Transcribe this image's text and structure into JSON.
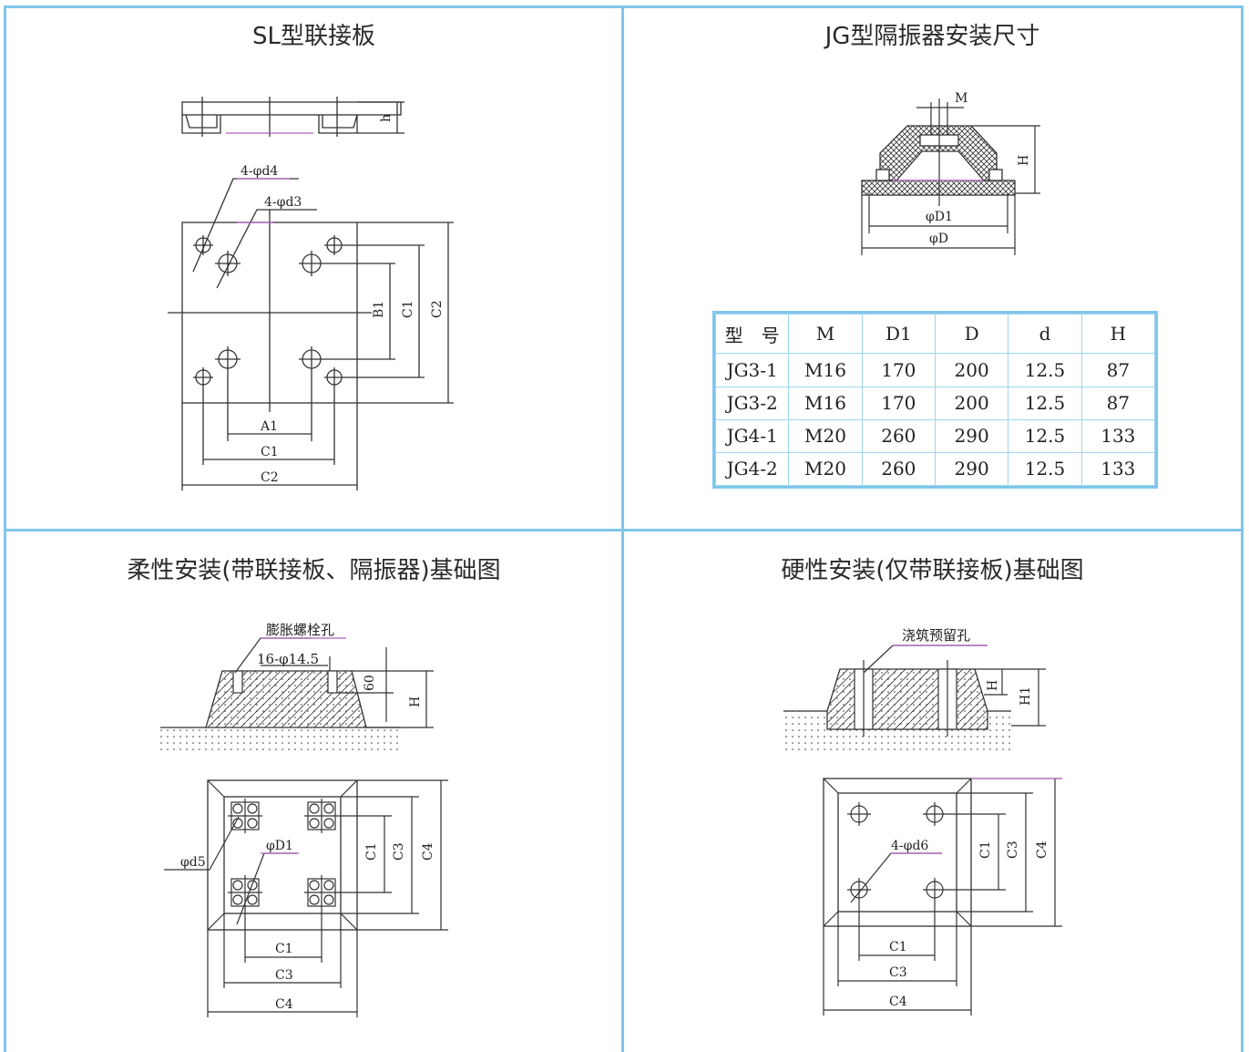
{
  "panels": {
    "sl_plate": {
      "title": "SL型联接板",
      "labels": {
        "h": "h",
        "d4": "4-φd4",
        "d3": "4-φd3",
        "B1": "B1",
        "C1v": "C1",
        "C2v": "C2",
        "A1": "A1",
        "C1h": "C1",
        "C2h": "C2"
      }
    },
    "jg_isolator": {
      "title": "JG型隔振器安装尺寸",
      "labels": {
        "M": "M",
        "H": "H",
        "D1": "φD1",
        "D": "φD"
      },
      "table": {
        "headers": [
          "型　号",
          "M",
          "D1",
          "D",
          "d",
          "H"
        ],
        "rows": [
          [
            "JG3-1",
            "M16",
            "170",
            "200",
            "12.5",
            "87"
          ],
          [
            "JG3-2",
            "M16",
            "170",
            "200",
            "12.5",
            "87"
          ],
          [
            "JG4-1",
            "M20",
            "260",
            "290",
            "12.5",
            "133"
          ],
          [
            "JG4-2",
            "M20",
            "260",
            "290",
            "12.5",
            "133"
          ]
        ]
      }
    },
    "flexible": {
      "title": "柔性安装(带联接板、隔振器)基础图",
      "labels": {
        "bolt": "膨胀螺栓孔",
        "holes": "16-φ14.5",
        "v60": "60",
        "H": "H",
        "d5": "φd5",
        "D1": "φD1",
        "C1v": "C1",
        "C3v": "C3",
        "C4v": "C4",
        "C1h": "C1",
        "C3h": "C3",
        "C4h": "C4"
      }
    },
    "rigid": {
      "title": "硬性安装(仅带联接板)基础图",
      "labels": {
        "hole": "浇筑预留孔",
        "H": "H",
        "H1": "H1",
        "d6": "4-φd6",
        "C1v": "C1",
        "C3v": "C3",
        "C4v": "C4",
        "C1h": "C1",
        "C3h": "C3",
        "C4h": "C4"
      }
    }
  },
  "colors": {
    "frame": "#7fc6ea",
    "line": "#333333",
    "accent": "#b05fc0"
  }
}
